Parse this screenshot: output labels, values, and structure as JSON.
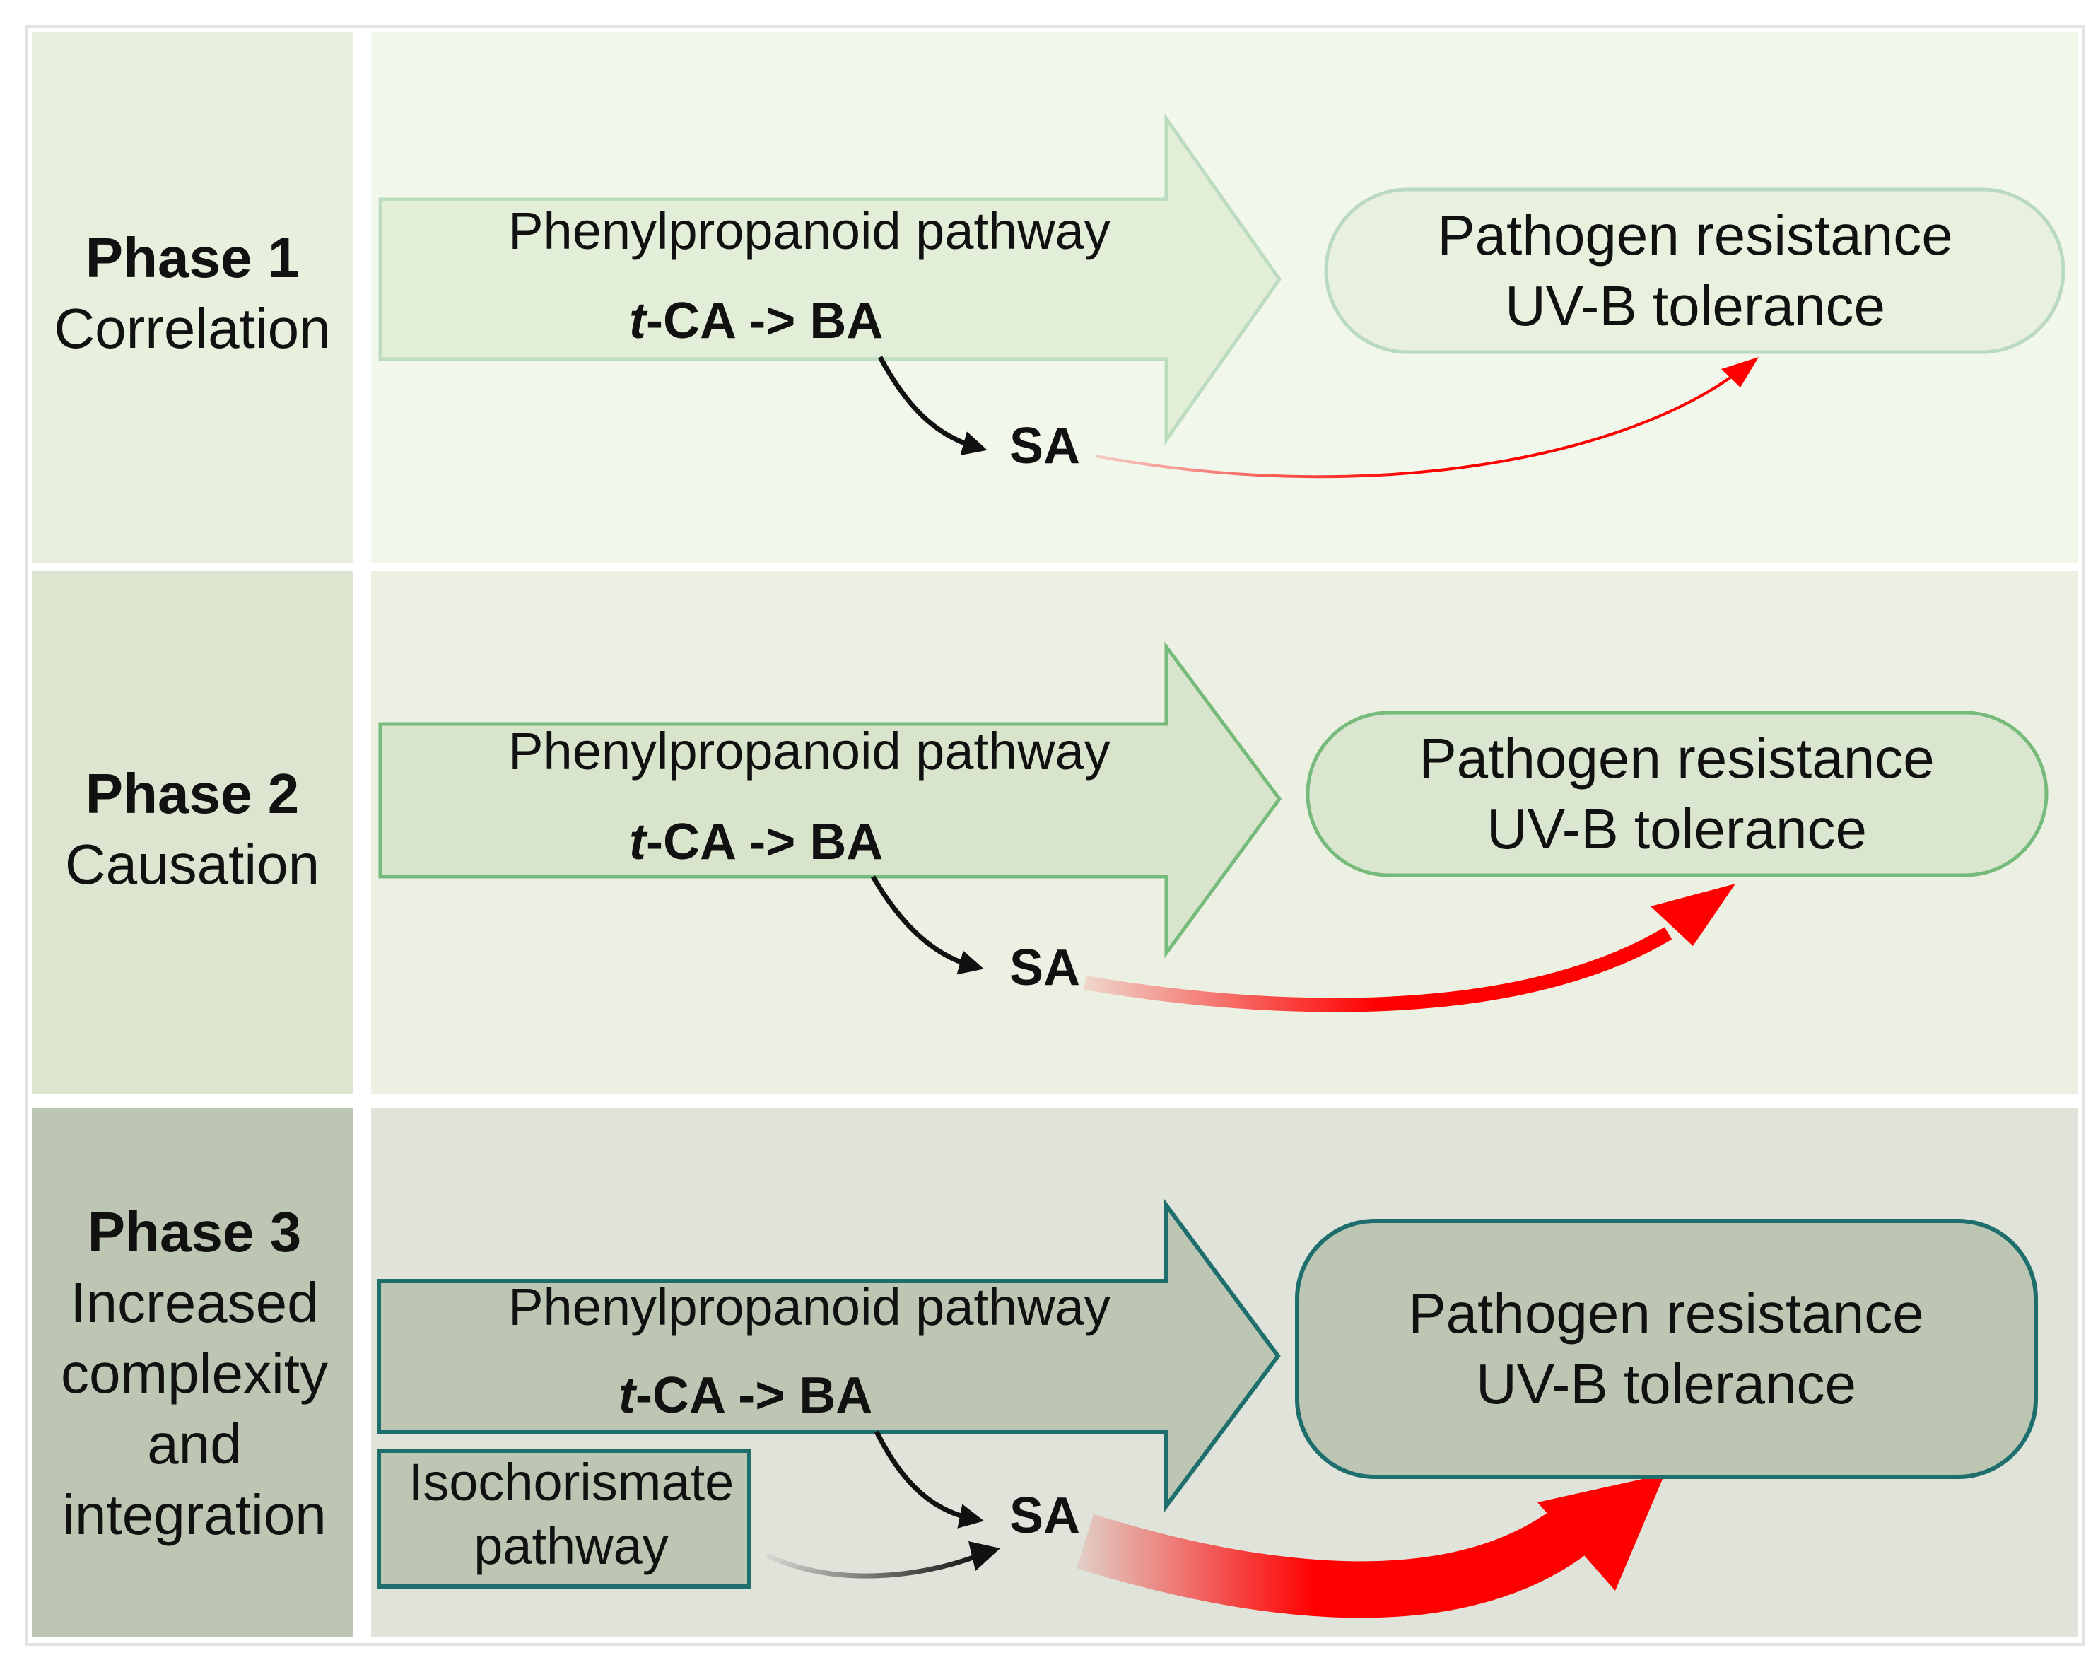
{
  "phases": [
    {
      "title": "Phase 1",
      "subtitle_lines": [
        "Correlation"
      ],
      "pathway_label": "Phenylpropanoid pathway",
      "conversion": {
        "prefix": "t",
        "rest": "-CA -> BA"
      },
      "product": "SA",
      "outcome_lines": [
        "Pathogen resistance",
        "UV-B tolerance"
      ],
      "colors": {
        "side": "#e6f0dc",
        "panel": "#f1f7eb",
        "arrow_fill": "#e3eed8",
        "arrow_stroke": "#bcdcc0",
        "box_fill": "#e8f1de",
        "box_stroke": "#b9d9c0"
      }
    },
    {
      "title": "Phase 2",
      "subtitle_lines": [
        "Causation"
      ],
      "pathway_label": "Phenylpropanoid pathway",
      "conversion": {
        "prefix": "t",
        "rest": "-CA -> BA"
      },
      "product": "SA",
      "outcome_lines": [
        "Pathogen resistance",
        "UV-B tolerance"
      ],
      "colors": {
        "side": "#dbe5cf",
        "panel": "#ecf0e3",
        "arrow_fill": "#d9e4cd",
        "arrow_stroke": "#76bb7c",
        "box_fill": "#dae6cf",
        "box_stroke": "#76bb7c"
      }
    },
    {
      "title": "Phase 3",
      "subtitle_lines": [
        "Increased",
        "complexity",
        "and",
        "integration"
      ],
      "pathway_label": "Phenylpropanoid pathway",
      "conversion": {
        "prefix": "t",
        "rest": "-CA -> BA"
      },
      "product": "SA",
      "outcome_lines": [
        "Pathogen resistance",
        "UV-B tolerance"
      ],
      "extra_pathway_lines": [
        "Isochorismate",
        "pathway"
      ],
      "colors": {
        "side": "#bcc6b2",
        "panel": "#dfe3da",
        "arrow_fill": "#bcc6b2",
        "arrow_stroke": "#1f6e6e",
        "box_fill": "#bcc6b2",
        "box_stroke": "#1f6e6e"
      }
    }
  ],
  "colors": {
    "effect_arrow": "#ff0000",
    "flow_arrow": "#111111",
    "page_border": "#e3e3e3"
  }
}
